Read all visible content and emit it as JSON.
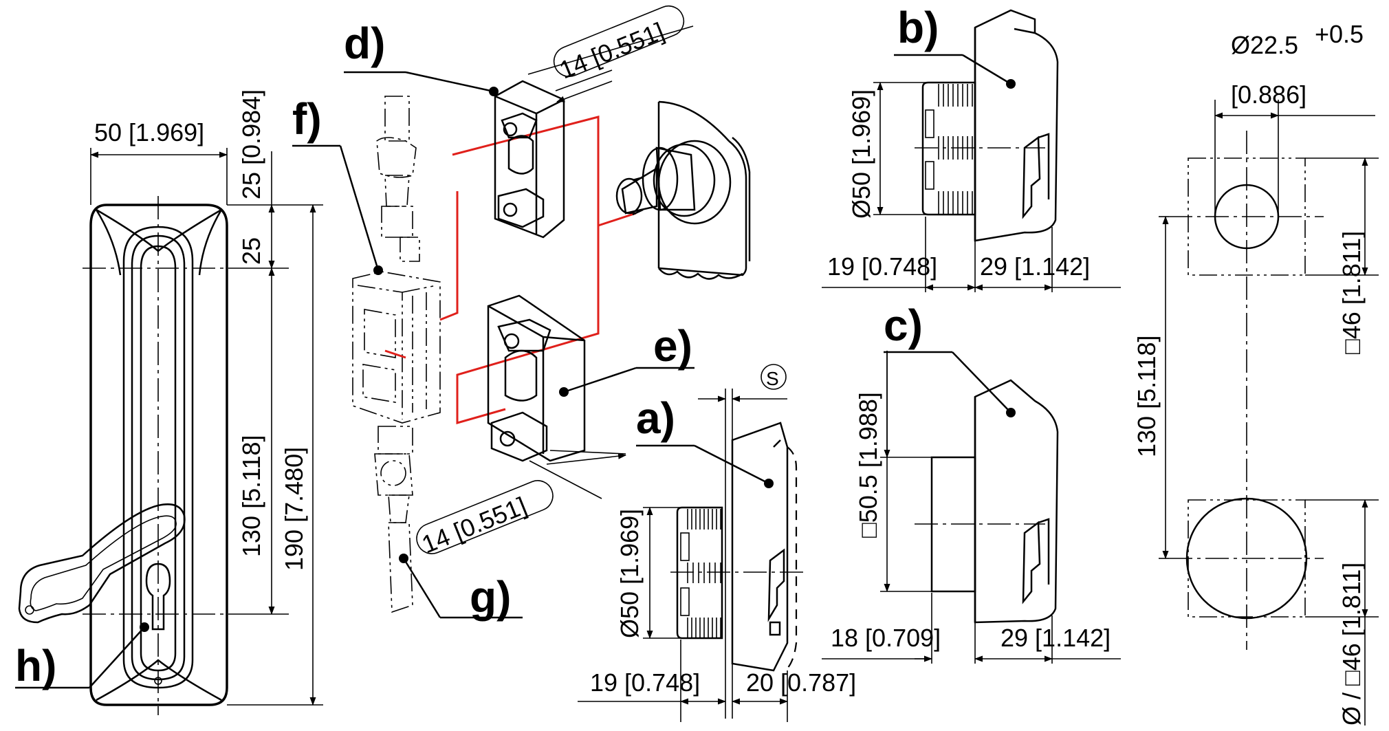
{
  "callouts": {
    "a": "a)",
    "b": "b)",
    "c": "c)",
    "d": "d)",
    "e": "e)",
    "f": "f)",
    "g": "g)",
    "h": "h)"
  },
  "handle_view": {
    "width": "50 [1.969]",
    "top_offset": "25 [0.984]",
    "top_offset_short": "25",
    "pitch": "130 [5.118]",
    "length": "190 [7.480]"
  },
  "exploded_view": {
    "bracket_top": "14 [0.551]",
    "bracket_bottom": "14 [0.551]"
  },
  "section_a": {
    "diameter": "Ø50 [1.969]",
    "depth_front": "19 [0.748]",
    "depth_back": "20 [0.787]",
    "symbol": "S"
  },
  "section_b": {
    "diameter": "Ø50 [1.969]",
    "depth_front": "19 [0.748]",
    "depth_back": "29 [1.142]"
  },
  "section_c": {
    "square": "□50.5 [1.988]",
    "depth_front": "18 [0.709]",
    "depth_back": "29 [1.142]"
  },
  "cutout_view": {
    "hole_diameter": "Ø22.5",
    "hole_tolerance": "+0.5",
    "hole_inch": "[0.886]",
    "square_top": "□46 [1.811]",
    "pitch": "130 [5.118]",
    "bottom_cutout": "Ø / □46 [1.811]"
  }
}
